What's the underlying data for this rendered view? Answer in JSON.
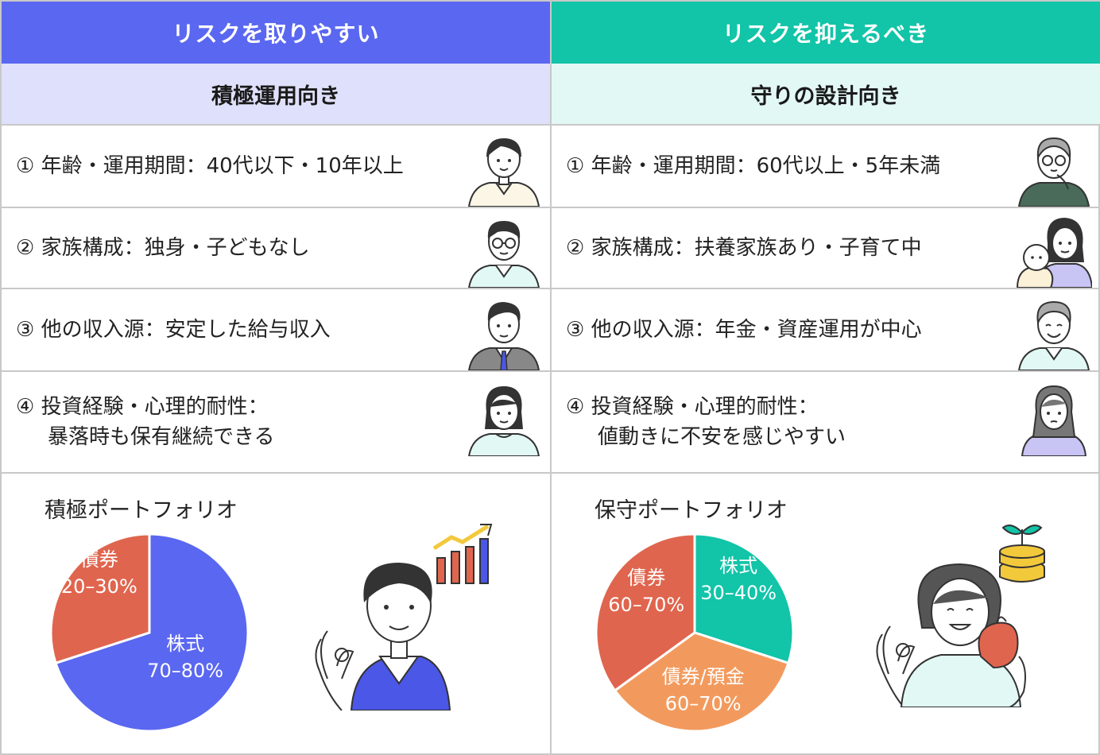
{
  "left": {
    "header": "リスクを取りやすい",
    "subheader": "積極運用向き",
    "rows": [
      {
        "line1": "① 年齢・運用期間：40代以下・10年以上",
        "line2": "",
        "avatar": "young-woman-icon"
      },
      {
        "line1": "② 家族構成：独身・子どもなし",
        "line2": "",
        "avatar": "young-man-glasses-icon"
      },
      {
        "line1": "③ 他の収入源：安定した給与収入",
        "line2": "",
        "avatar": "businessman-icon"
      },
      {
        "line1": "④ 投資経験・心理的耐性：",
        "line2": "暴落時も保有継続できる",
        "avatar": "woman-icon"
      }
    ],
    "portfolio": {
      "title": "積極ポートフォリオ",
      "illustration": "man-ok-sign-chart-icon"
    }
  },
  "right": {
    "header": "リスクを抑えるべき",
    "subheader": "守りの設計向き",
    "rows": [
      {
        "line1": "① 年齢・運用期間：60代以上・5年未満",
        "line2": "",
        "avatar": "elderly-man-icon"
      },
      {
        "line1": "② 家族構成：扶養家族あり・子育て中",
        "line2": "",
        "avatar": "mother-baby-icon"
      },
      {
        "line1": "③ 他の収入源：年金・資産運用が中心",
        "line2": "",
        "avatar": "elderly-man-smiling-icon"
      },
      {
        "line1": "④ 投資経験・心理的耐性：",
        "line2": "値動きに不安を感じやすい",
        "avatar": "woman-worried-icon"
      }
    ],
    "portfolio": {
      "title": "保守ポートフォリオ",
      "illustration": "woman-coin-purse-icon"
    }
  },
  "colors": {
    "left_header": "#5a67f0",
    "right_header": "#12c4a8",
    "stocks_left": "#5a67f0",
    "bonds": "#e0654e",
    "stocks_right": "#12c4a8",
    "deposits": "#f29a5d"
  },
  "chart_data": [
    {
      "type": "pie",
      "title": "積極ポートフォリオ",
      "slices": [
        {
          "name": "株式",
          "label": "70–80%",
          "value": 70
        },
        {
          "name": "債券",
          "label": "20–30%",
          "value": 30
        }
      ]
    },
    {
      "type": "pie",
      "title": "保守ポートフォリオ",
      "slices": [
        {
          "name": "株式",
          "label": "30–40%",
          "value": 30
        },
        {
          "name": "債券/預金",
          "label": "60–70%",
          "value": 35
        },
        {
          "name": "債券",
          "label": "60–70%",
          "value": 35
        }
      ]
    }
  ]
}
